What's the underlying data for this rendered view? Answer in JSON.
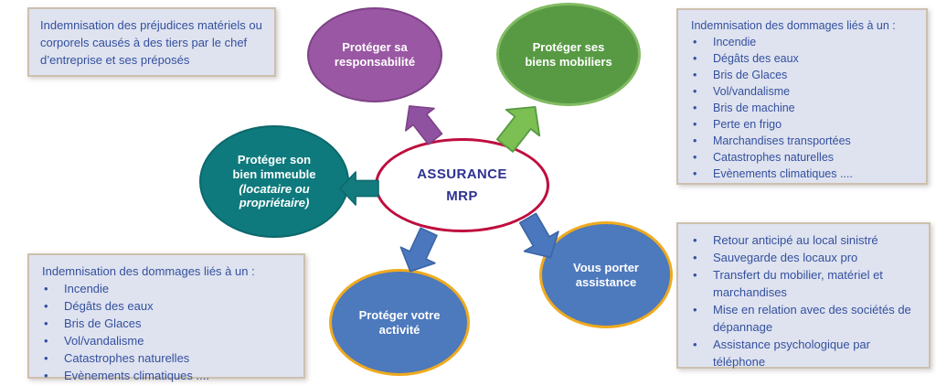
{
  "colors": {
    "callout_bg": "#dfe3f0",
    "callout_border": "#ccc0ae",
    "text_blue": "#34509e",
    "center_fill": "#ffffff",
    "center_border": "#bf0d3e",
    "center_text": "#2e3192",
    "node_text": "#ffffff",
    "purple_fill": "#9a57a3",
    "purple_border": "#7d4187",
    "green_fill": "#579a43",
    "green_border": "#82bb63",
    "teal_fill": "#0e7a7d",
    "teal_border": "#0b686b",
    "blue_fill": "#4d79bd",
    "gold_border": "#efaa1e",
    "arrow_purple": "#8e52a0",
    "arrow_green": "#7cbf52",
    "arrow_teal": "#137a7e",
    "arrow_blue": "#4a77bd",
    "arrow_blue_dark": "#3d66a6"
  },
  "center": {
    "label": "ASSURANCE\nMRP"
  },
  "nodes": {
    "responsabilite": {
      "label": "Protéger sa\nresponsabilité"
    },
    "mobiliers": {
      "label": "Protéger ses\nbiens mobiliers"
    },
    "immeuble": {
      "label": "Protéger son\nbien immeuble",
      "sublabel": "(locataire ou\npropriétaire)"
    },
    "activite": {
      "label": "Protéger votre\nactivité"
    },
    "assistance": {
      "label": "Vous porter\nassistance"
    }
  },
  "callouts": {
    "top_left": {
      "text": "Indemnisation des préjudices matériels ou corporels causés à des tiers par le chef d’entreprise et ses préposés"
    },
    "top_right": {
      "title": "Indemnisation des dommages liés à un :",
      "items": [
        "Incendie",
        "Dégâts des eaux",
        "Bris de Glaces",
        "Vol/vandalisme",
        "Bris de machine",
        "Perte en frigo",
        "Marchandises transportées",
        "Catastrophes naturelles",
        "Evènements climatiques ...."
      ]
    },
    "bottom_left": {
      "title": "Indemnisation des dommages liés à un :",
      "items": [
        "Incendie",
        "Dégâts des eaux",
        "Bris de Glaces",
        "Vol/vandalisme",
        "Catastrophes naturelles",
        "Evènements climatiques ...."
      ]
    },
    "bottom_right": {
      "items": [
        "Retour anticipé au local sinistré",
        "Sauvegarde des locaux pro",
        "Transfert du mobilier, matériel et marchandises",
        "Mise en relation avec des sociétés de dépannage",
        "Assistance psychologique par téléphone"
      ]
    }
  }
}
